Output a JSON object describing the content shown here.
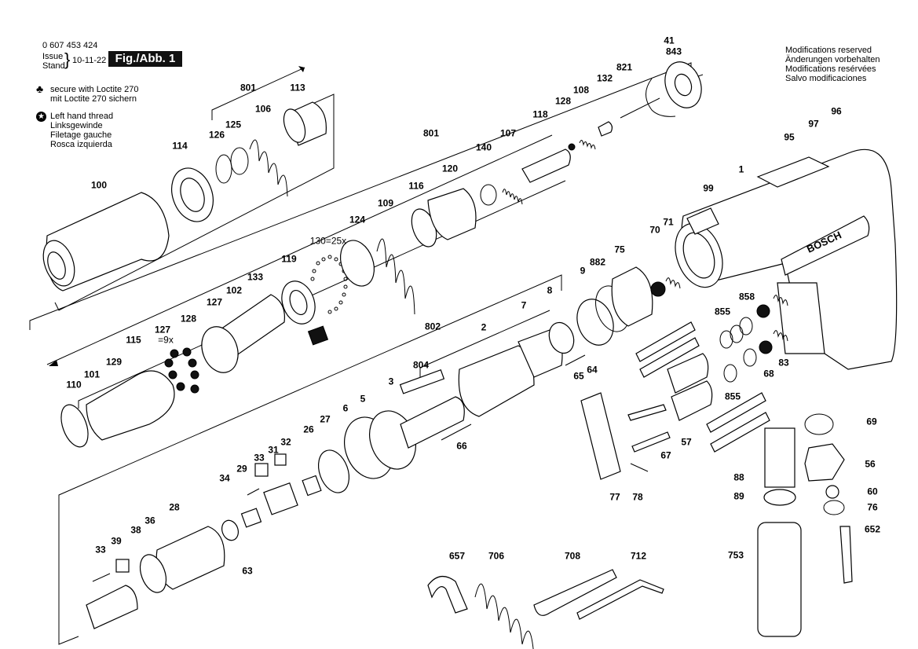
{
  "header": {
    "part_number": "0 607 453 424",
    "issue_label": "Issue",
    "stand_label": "Stand",
    "issue_date": "10-11-22",
    "figure_label": "Fig./Abb. 1"
  },
  "legend": {
    "loctite": {
      "icon": "club-icon",
      "lines": [
        "secure with Loctite 270",
        "mit Loctite 270 sichern"
      ]
    },
    "left_hand_thread": {
      "icon": "star-circle-icon",
      "lines": [
        "Left hand thread",
        "Linksgewinde",
        "Filetage gauche",
        "Rosca izquierda"
      ]
    }
  },
  "notice": {
    "lines": [
      "Modifications reserved",
      "Änderungen vorbehalten",
      "Modifications resérvées",
      "Salvo modificaciones"
    ]
  },
  "brand": "BOSCH",
  "part_labels": [
    {
      "id": "801a",
      "text": "801"
    },
    {
      "id": "113",
      "text": "113"
    },
    {
      "id": "106",
      "text": "106"
    },
    {
      "id": "125",
      "text": "125"
    },
    {
      "id": "126",
      "text": "126"
    },
    {
      "id": "114",
      "text": "114"
    },
    {
      "id": "100",
      "text": "100"
    },
    {
      "id": "821",
      "text": "821"
    },
    {
      "id": "843",
      "text": "843"
    },
    {
      "id": "41",
      "text": "41"
    },
    {
      "id": "132",
      "text": "132"
    },
    {
      "id": "108",
      "text": "108"
    },
    {
      "id": "128a",
      "text": "128"
    },
    {
      "id": "118",
      "text": "118"
    },
    {
      "id": "107",
      "text": "107"
    },
    {
      "id": "140",
      "text": "140"
    },
    {
      "id": "801b",
      "text": "801"
    },
    {
      "id": "120",
      "text": "120"
    },
    {
      "id": "116",
      "text": "116"
    },
    {
      "id": "109",
      "text": "109"
    },
    {
      "id": "124",
      "text": "124"
    },
    {
      "id": "130",
      "text": "130=25x"
    },
    {
      "id": "119",
      "text": "119"
    },
    {
      "id": "133",
      "text": "133"
    },
    {
      "id": "102",
      "text": "102"
    },
    {
      "id": "127a",
      "text": "127"
    },
    {
      "id": "128b",
      "text": "128"
    },
    {
      "id": "127b",
      "text": "127"
    },
    {
      "id": "127b_qty",
      "text": "=9x"
    },
    {
      "id": "115",
      "text": "115"
    },
    {
      "id": "129",
      "text": "129"
    },
    {
      "id": "101",
      "text": "101"
    },
    {
      "id": "110",
      "text": "110"
    },
    {
      "id": "802",
      "text": "802"
    },
    {
      "id": "2",
      "text": "2"
    },
    {
      "id": "7",
      "text": "7"
    },
    {
      "id": "8",
      "text": "8"
    },
    {
      "id": "804",
      "text": "804"
    },
    {
      "id": "3",
      "text": "3"
    },
    {
      "id": "5",
      "text": "5"
    },
    {
      "id": "6",
      "text": "6"
    },
    {
      "id": "66",
      "text": "66"
    },
    {
      "id": "65",
      "text": "65"
    },
    {
      "id": "64",
      "text": "64"
    },
    {
      "id": "27",
      "text": "27"
    },
    {
      "id": "26",
      "text": "26"
    },
    {
      "id": "32",
      "text": "32"
    },
    {
      "id": "31",
      "text": "31"
    },
    {
      "id": "33a",
      "text": "33"
    },
    {
      "id": "29",
      "text": "29"
    },
    {
      "id": "34",
      "text": "34"
    },
    {
      "id": "28",
      "text": "28"
    },
    {
      "id": "36",
      "text": "36"
    },
    {
      "id": "38",
      "text": "38"
    },
    {
      "id": "39",
      "text": "39"
    },
    {
      "id": "33b",
      "text": "33"
    },
    {
      "id": "63",
      "text": "63"
    },
    {
      "id": "9",
      "text": "9"
    },
    {
      "id": "882",
      "text": "882"
    },
    {
      "id": "75",
      "text": "75"
    },
    {
      "id": "70",
      "text": "70"
    },
    {
      "id": "71",
      "text": "71"
    },
    {
      "id": "99",
      "text": "99"
    },
    {
      "id": "1",
      "text": "1"
    },
    {
      "id": "95",
      "text": "95"
    },
    {
      "id": "97",
      "text": "97"
    },
    {
      "id": "96",
      "text": "96"
    },
    {
      "id": "858",
      "text": "858"
    },
    {
      "id": "855a",
      "text": "855"
    },
    {
      "id": "855b",
      "text": "855"
    },
    {
      "id": "68",
      "text": "68"
    },
    {
      "id": "83",
      "text": "83"
    },
    {
      "id": "57",
      "text": "57"
    },
    {
      "id": "67",
      "text": "67"
    },
    {
      "id": "77",
      "text": "77"
    },
    {
      "id": "78",
      "text": "78"
    },
    {
      "id": "69",
      "text": "69"
    },
    {
      "id": "56",
      "text": "56"
    },
    {
      "id": "60",
      "text": "60"
    },
    {
      "id": "76",
      "text": "76"
    },
    {
      "id": "652",
      "text": "652"
    },
    {
      "id": "88",
      "text": "88"
    },
    {
      "id": "89",
      "text": "89"
    },
    {
      "id": "753",
      "text": "753"
    },
    {
      "id": "657",
      "text": "657"
    },
    {
      "id": "706",
      "text": "706"
    },
    {
      "id": "708",
      "text": "708"
    },
    {
      "id": "712",
      "text": "712"
    }
  ]
}
